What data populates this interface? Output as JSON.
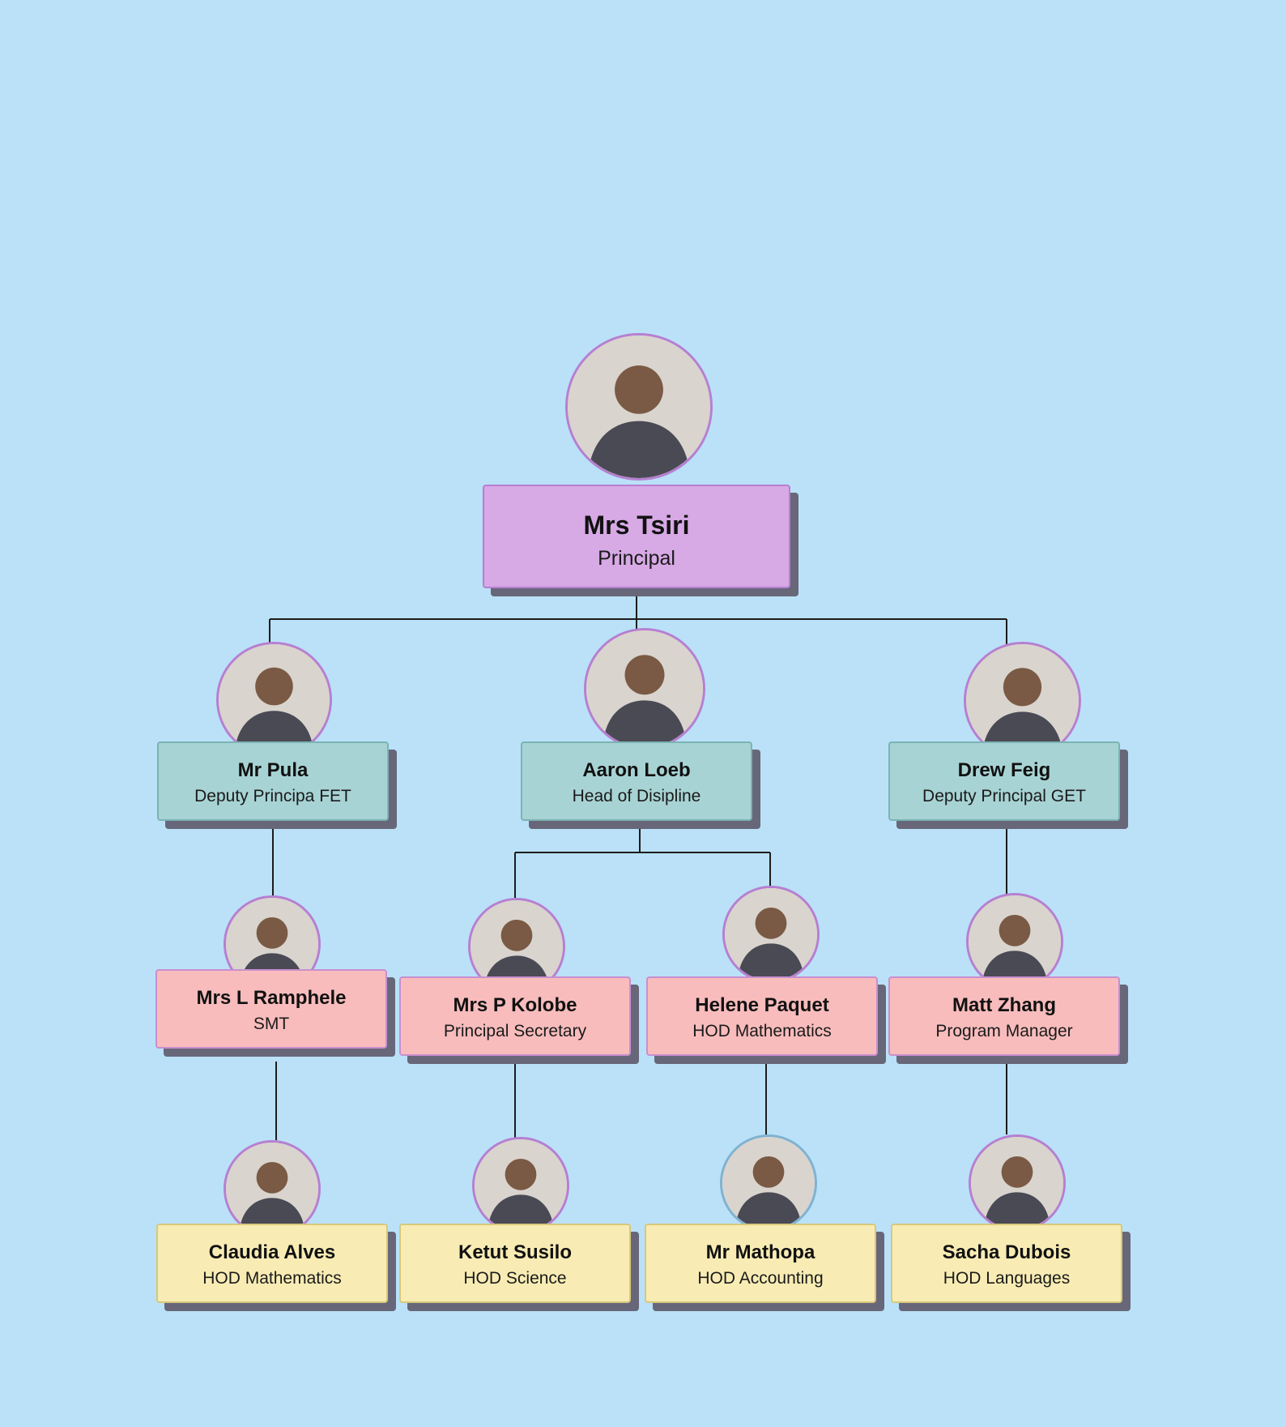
{
  "colors": {
    "background": "#bae1f8",
    "principal_card": "#d7a9e5",
    "tier1_card": "#a8d3d4",
    "tier2_card": "#f8bcbc",
    "tier3_card": "#f8ecb4",
    "card_shadow": "#676779",
    "connector": "#1c1c1c"
  },
  "principal": {
    "name": "Mrs Tsiri",
    "role": "Principal",
    "photo": "person-photo"
  },
  "tier1": [
    {
      "name": "Mr Pula",
      "role": "Deputy Principa FET",
      "photo": "person-photo"
    },
    {
      "name": "Aaron Loeb",
      "role": "Head of Disipline",
      "photo": "person-photo"
    },
    {
      "name": "Drew Feig",
      "role": "Deputy Principal GET",
      "photo": "person-photo"
    }
  ],
  "tier2": [
    {
      "name": "Mrs L Ramphele",
      "role": "SMT",
      "photo": "person-photo"
    },
    {
      "name": "Mrs P Kolobe",
      "role": "Principal Secretary",
      "photo": "person-photo"
    },
    {
      "name": "Helene Paquet",
      "role": "HOD Mathematics",
      "photo": "person-photo"
    },
    {
      "name": "Matt Zhang",
      "role": "Program Manager",
      "photo": "person-photo"
    }
  ],
  "tier3": [
    {
      "name": "Claudia Alves",
      "role": "HOD Mathematics",
      "photo": "person-photo"
    },
    {
      "name": "Ketut Susilo",
      "role": "HOD Science",
      "photo": "person-photo"
    },
    {
      "name": "Mr Mathopa",
      "role": "HOD Accounting",
      "photo": "person-photo"
    },
    {
      "name": "Sacha Dubois",
      "role": "HOD Languages",
      "photo": "person-photo"
    }
  ]
}
